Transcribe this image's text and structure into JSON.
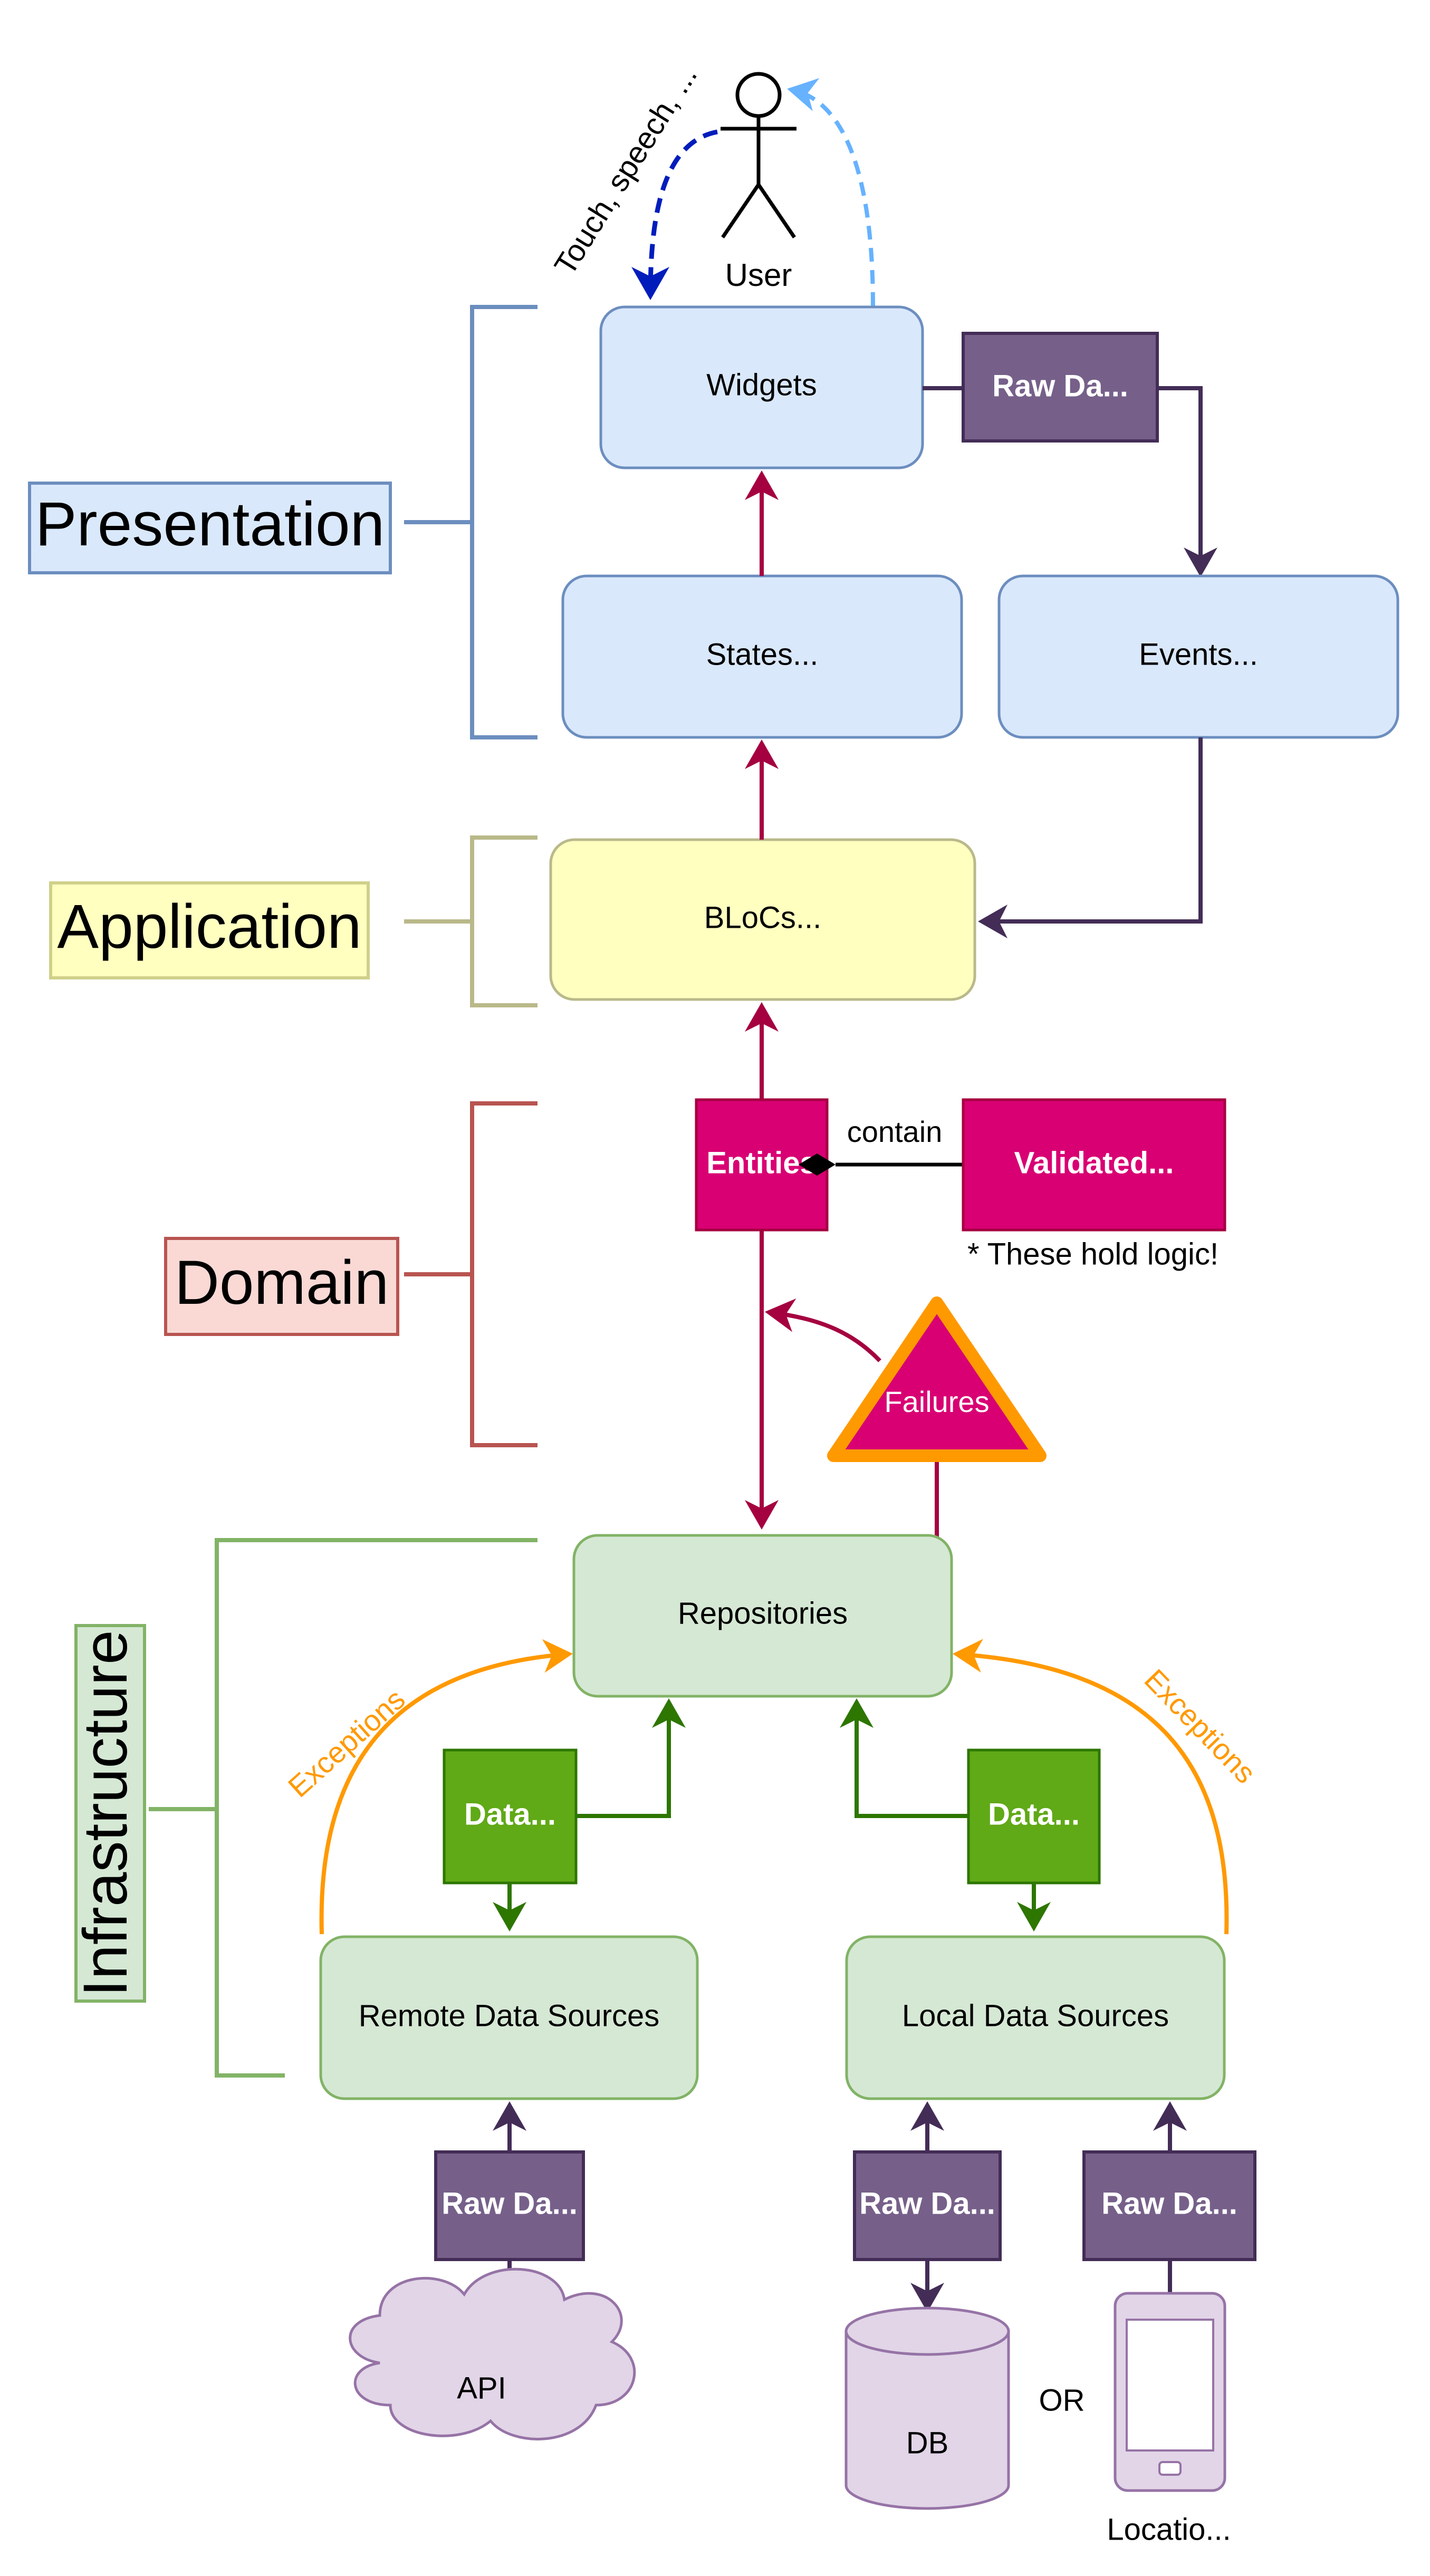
{
  "user": {
    "label": "User"
  },
  "user_annotation": "Touch, speech, ...",
  "layers": {
    "presentation": "Presentation",
    "application": "Application",
    "domain": "Domain",
    "infrastructure": "Infrastructure"
  },
  "nodes": {
    "widgets": "Widgets",
    "raw_data_widgets": "Raw Da...",
    "states": "States...",
    "events": "Events...",
    "blocs": "BLoCs...",
    "entities": "Entities",
    "contain": "contain",
    "validated": "Validated...",
    "logic_note": "* These hold logic!",
    "failures": "Failures",
    "repositories": "Repositories",
    "exceptions_left": "Exceptions",
    "exceptions_right": "Exceptions",
    "data_left": "Data...",
    "data_right": "Data...",
    "remote": "Remote Data Sources",
    "local": "Local Data Sources",
    "raw_api": "Raw Da...",
    "raw_db": "Raw Da...",
    "raw_loc": "Raw Da...",
    "api": "API",
    "db": "DB",
    "or": "OR",
    "location": "Locatio..."
  },
  "colors": {
    "presentation_fill": "#dae8fc",
    "presentation_stroke": "#6c8ebf",
    "application_fill": "#ffffc0",
    "application_stroke": "#b9b98a",
    "domain_fill": "#f8cecc",
    "domain_stroke": "#b85450",
    "infra_fill": "#d5e8d4",
    "infra_stroke": "#82b366",
    "raw_data": "#76608a",
    "entity": "#d80073",
    "data": "#60a917",
    "orange": "#ff9900",
    "crimson": "#a50040",
    "dark_purple": "#432d57",
    "user_arrow_dark": "#001dbc",
    "user_arrow_light": "#66b2ff"
  }
}
